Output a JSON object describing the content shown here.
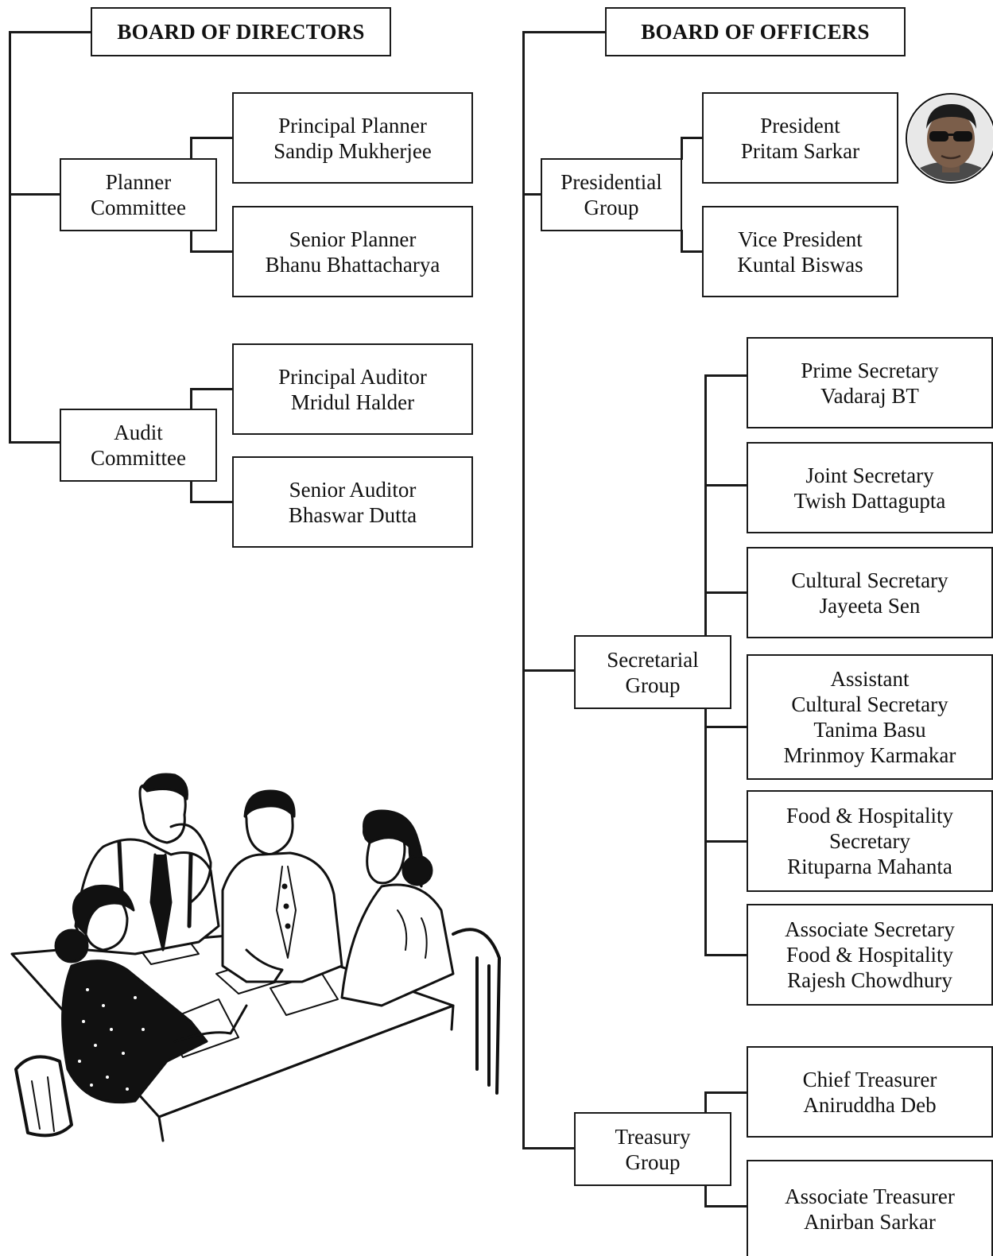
{
  "directors": {
    "title": "BOARD OF DIRECTORS",
    "planner_committee": {
      "l1": "Planner",
      "l2": "Committee"
    },
    "principal_planner": {
      "role": "Principal Planner",
      "name": "Sandip Mukherjee"
    },
    "senior_planner": {
      "role": "Senior Planner",
      "name": "Bhanu Bhattacharya"
    },
    "audit_committee": {
      "l1": "Audit",
      "l2": "Committee"
    },
    "principal_auditor": {
      "role": "Principal Auditor",
      "name": "Mridul Halder"
    },
    "senior_auditor": {
      "role": "Senior Auditor",
      "name": "Bhaswar Dutta"
    }
  },
  "officers": {
    "title": "BOARD OF OFFICERS",
    "presidential_group": {
      "l1": "Presidential",
      "l2": "Group"
    },
    "president": {
      "role": "President",
      "name": "Pritam Sarkar"
    },
    "vice_president": {
      "role": "Vice President",
      "name": "Kuntal Biswas"
    },
    "secretarial_group": {
      "l1": "Secretarial",
      "l2": "Group"
    },
    "prime_secretary": {
      "role": "Prime Secretary",
      "name": "Vadaraj BT"
    },
    "joint_secretary": {
      "role": "Joint Secretary",
      "name": "Twish Dattagupta"
    },
    "cultural_secretary": {
      "role": "Cultural Secretary",
      "name": "Jayeeta Sen"
    },
    "assistant_cultural_secretary": {
      "l1": "Assistant",
      "l2": "Cultural Secretary",
      "n1": "Tanima Basu",
      "n2": "Mrinmoy Karmakar"
    },
    "food_hospitality_secretary": {
      "l1": "Food & Hospitality",
      "l2": "Secretary",
      "n1": "Rituparna Mahanta"
    },
    "associate_secretary_food": {
      "l1": "Associate Secretary",
      "l2": "Food & Hospitality",
      "n1": "Rajesh Chowdhury"
    },
    "treasury_group": {
      "l1": "Treasury",
      "l2": "Group"
    },
    "chief_treasurer": {
      "role": "Chief Treasurer",
      "name": "Aniruddha Deb"
    },
    "associate_treasurer": {
      "role": "Associate Treasurer",
      "name": "Anirban Sarkar"
    }
  },
  "icons": {
    "president_photo": "person-photo",
    "meeting_illustration": "meeting-illustration"
  }
}
